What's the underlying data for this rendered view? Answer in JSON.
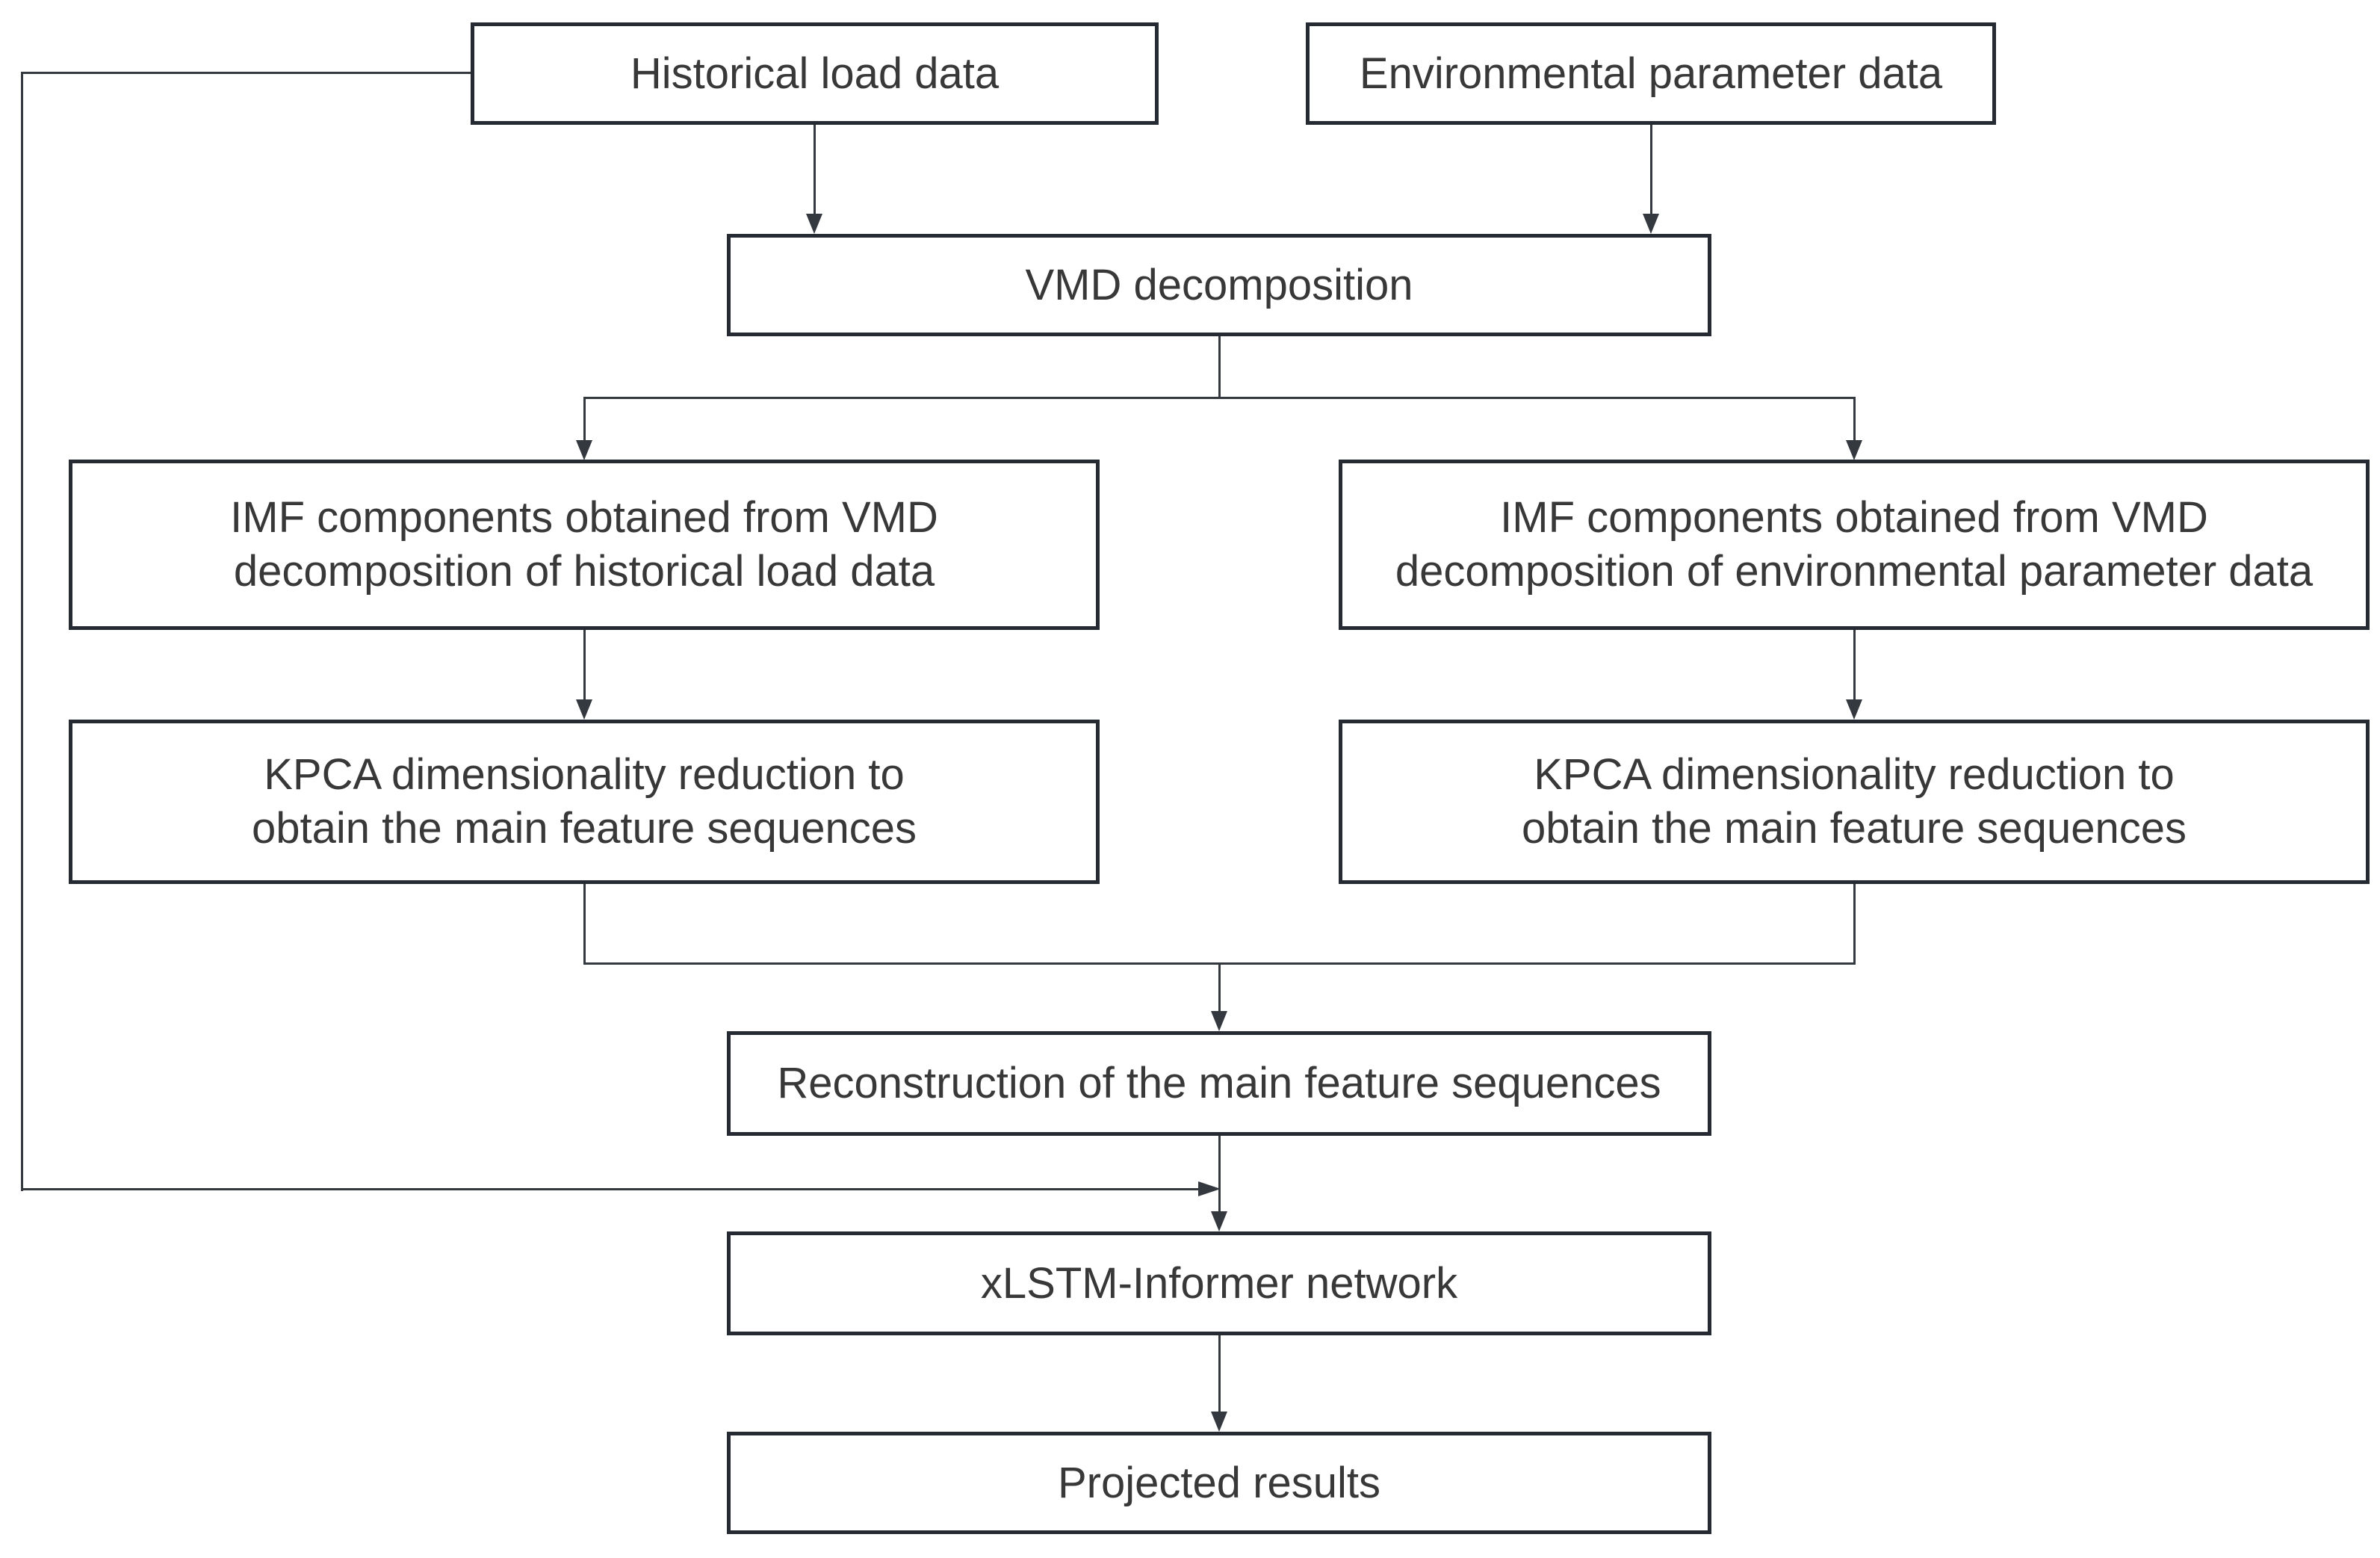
{
  "figure": {
    "background_color": "#ffffff",
    "colors": {
      "box_border": "#252a33",
      "text": "#383838",
      "connector": "#34383f"
    },
    "nodes": {
      "historical": {
        "label": "Historical load data"
      },
      "environmental": {
        "label": "Environmental parameter data"
      },
      "vmd": {
        "label": "VMD decomposition"
      },
      "imf_left": {
        "line1": "IMF components obtained from VMD",
        "line2": "decomposition of historical load data"
      },
      "imf_right": {
        "line1": "IMF components obtained from VMD",
        "line2": "decomposition of environmental parameter data"
      },
      "kpca_left": {
        "line1": "KPCA dimensionality reduction to",
        "line2": "obtain the main feature sequences"
      },
      "kpca_right": {
        "line1": "KPCA dimensionality reduction to",
        "line2": "obtain the main feature sequences"
      },
      "reconstruction": {
        "label": "Reconstruction of the main feature sequences"
      },
      "xlstm": {
        "label": "xLSTM-Informer network"
      },
      "projected": {
        "label": "Projected results"
      }
    }
  }
}
